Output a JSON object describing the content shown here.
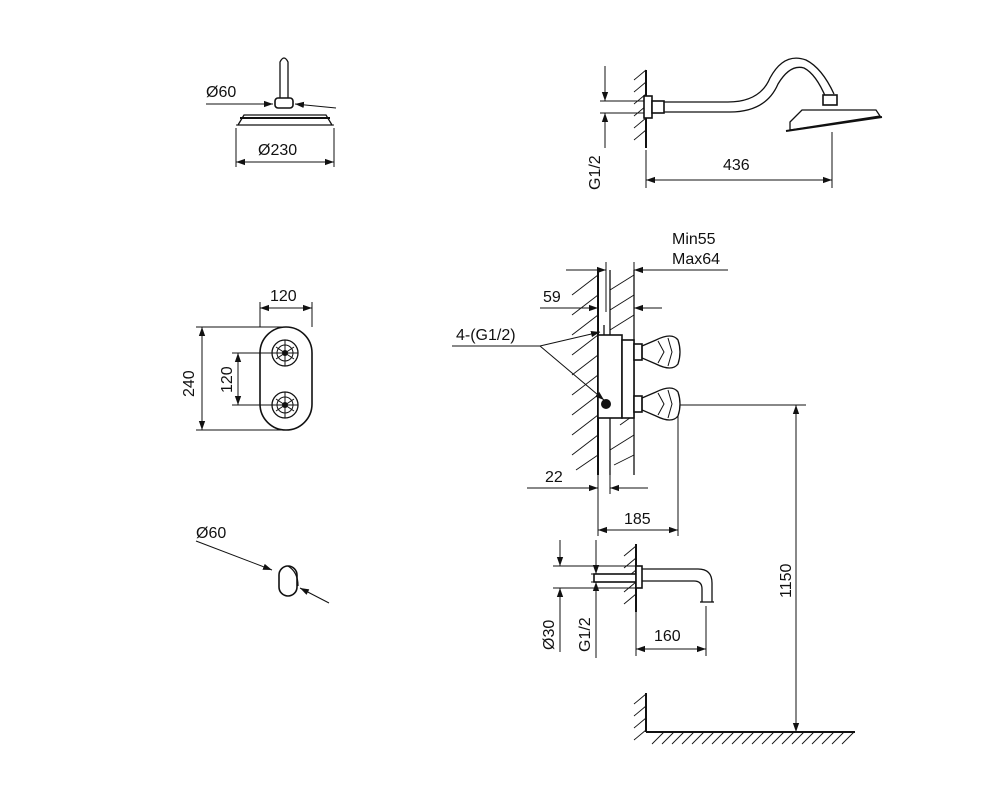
{
  "dimensions": {
    "head_arm_dia": "Ø60",
    "head_dia": "Ø230",
    "arm_thread": "G1/2",
    "arm_length": "436",
    "depth_min": "Min55",
    "depth_max": "Max64",
    "valve_depth": "59",
    "valve_ports": "4-(G1/2)",
    "wall_offset": "22",
    "valve_projection": "185",
    "plate_width": "120",
    "plate_height": "240",
    "handle_spacing": "120",
    "elbow_dia": "Ø60",
    "spout_dia": "Ø30",
    "spout_thread": "G1/2",
    "spout_length": "160",
    "mount_height": "1150"
  }
}
